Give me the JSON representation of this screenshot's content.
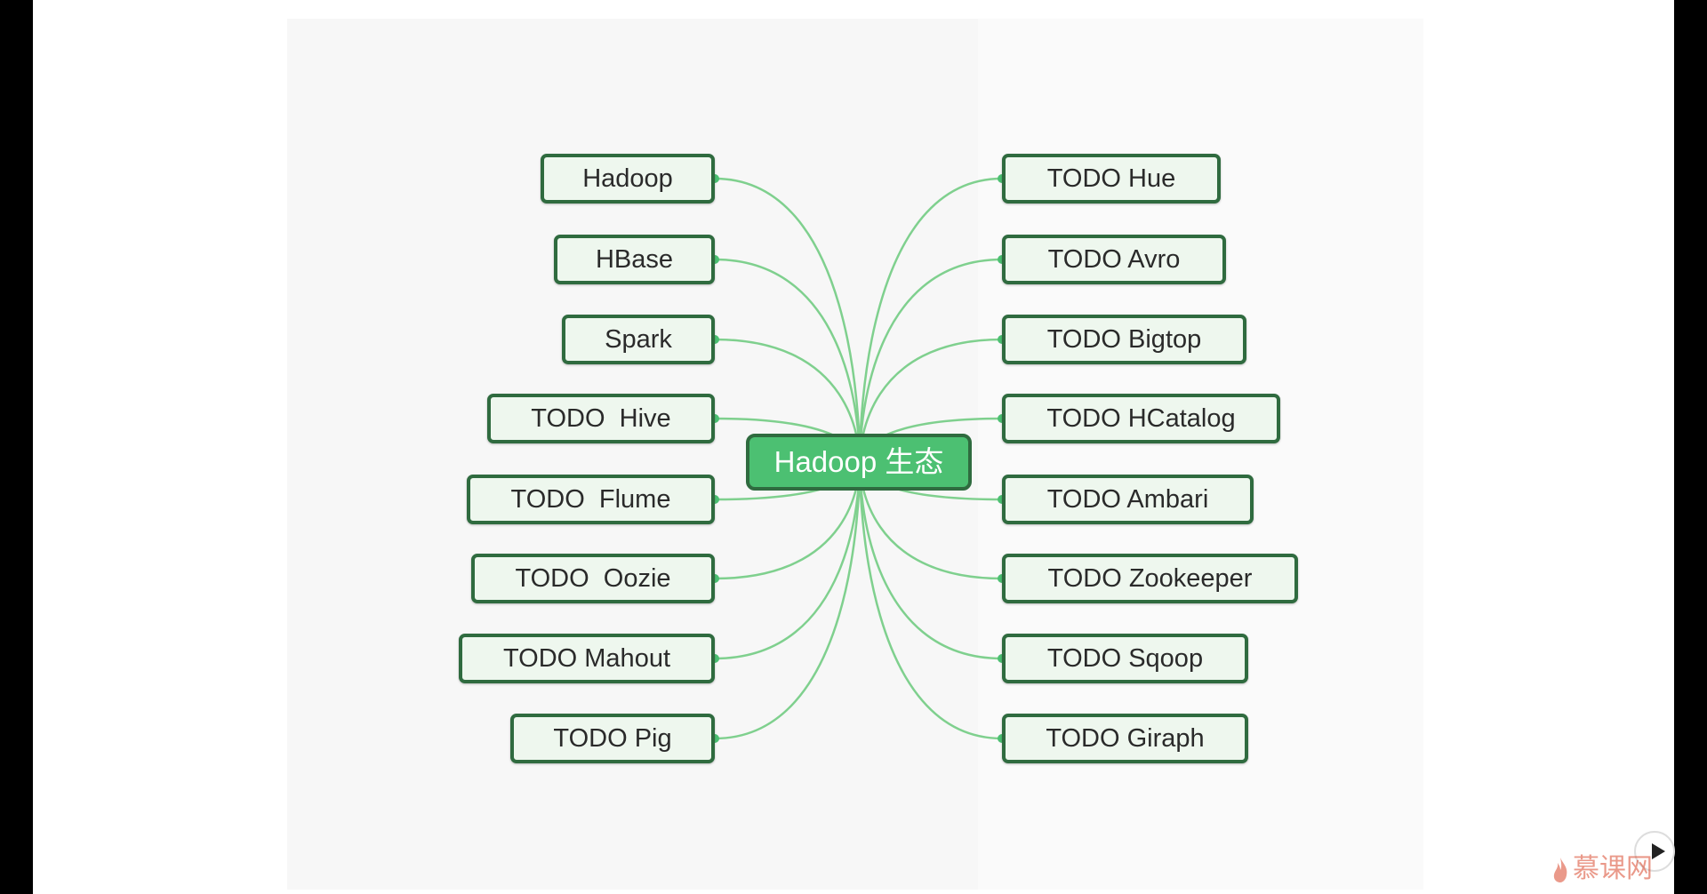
{
  "diagram": {
    "center_label": "Hadoop 生态",
    "left_nodes": [
      "Hadoop",
      "HBase",
      "Spark",
      "TODO  Hive",
      "TODO  Flume",
      "TODO  Oozie",
      "TODO Mahout",
      "TODO Pig"
    ],
    "right_nodes": [
      "TODO Hue",
      "TODO Avro",
      "TODO Bigtop",
      "TODO HCatalog",
      "TODO Ambari",
      "TODO Zookeeper",
      "TODO Sqoop",
      "TODO Giraph"
    ]
  },
  "player": {
    "play_icon": "play-icon"
  },
  "watermark": {
    "text": "慕课网",
    "icon": "flame-icon"
  },
  "colors": {
    "node_border": "#2f6b3f",
    "node_fill": "#eef7ee",
    "center_fill": "#4cc072",
    "link": "#7fd08e"
  }
}
